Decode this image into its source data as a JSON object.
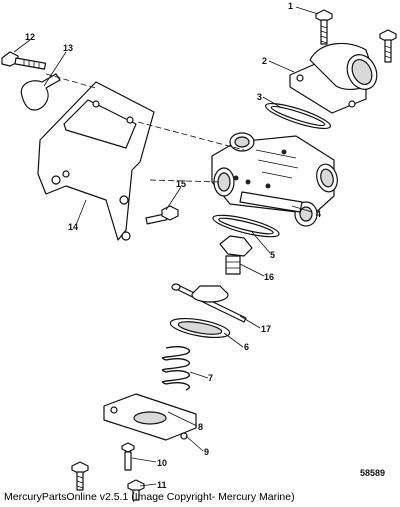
{
  "diagram": {
    "reference_number": "58589",
    "callouts": [
      "1",
      "2",
      "3",
      "4",
      "5",
      "6",
      "7",
      "8",
      "9",
      "10",
      "11",
      "12",
      "13",
      "14",
      "15",
      "16",
      "17"
    ]
  },
  "footer": {
    "caption": "MercuryPartsOnline v2.5.1 (Image Copyright- Mercury Marine)"
  }
}
